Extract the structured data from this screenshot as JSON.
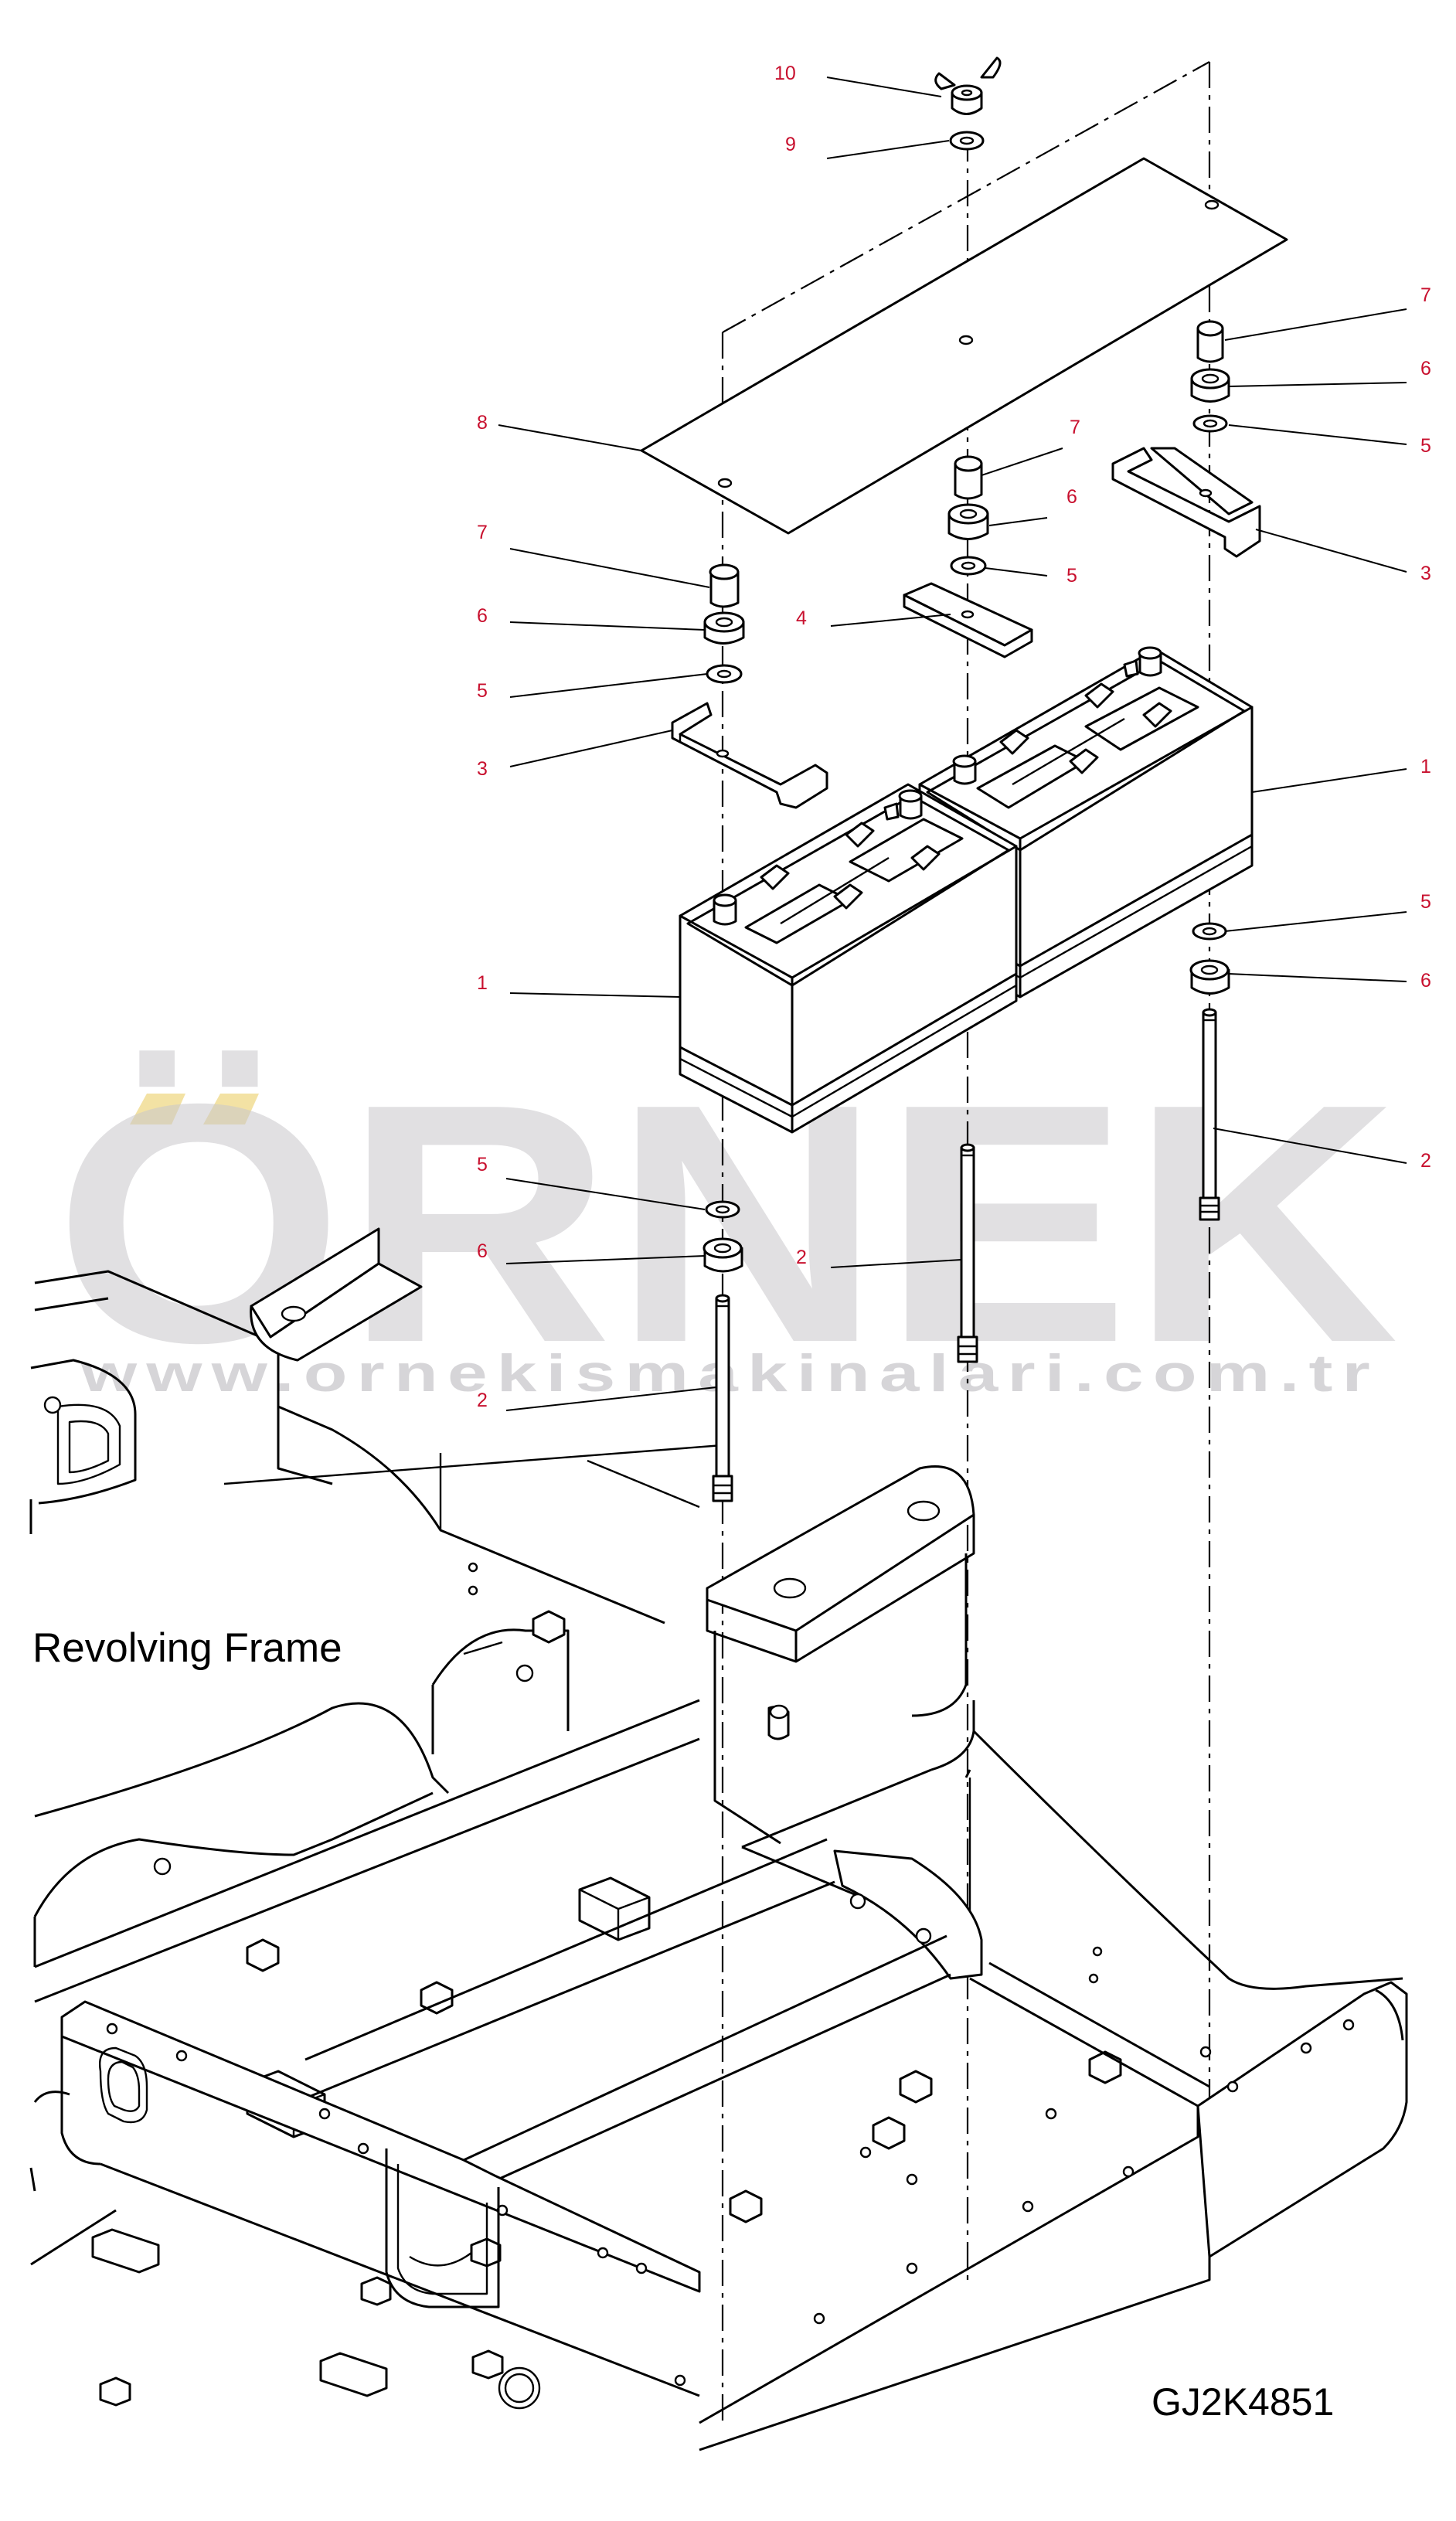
{
  "caption": "Revolving Frame",
  "drawing_code": "GJ2K4851",
  "watermark": {
    "brand": "ÖRNEK",
    "url": "www.ornekismakinalari.com.tr",
    "accent_color": "#f3e2a4",
    "text_color": "#c9c8cc"
  },
  "callout_color": "#c8102e",
  "callouts": {
    "n10": "10",
    "n9": "9",
    "n8": "8",
    "n7a": "7",
    "n7b": "7",
    "n7c": "7",
    "n6a": "6",
    "n6b": "6",
    "n6c": "6",
    "n6d": "6",
    "n6e": "6",
    "n5a": "5",
    "n5b": "5",
    "n5c": "5",
    "n5d": "5",
    "n5e": "5",
    "n4": "4",
    "n3a": "3",
    "n3b": "3",
    "n2a": "2",
    "n2b": "2",
    "n2c": "2",
    "n1a": "1",
    "n1b": "1"
  }
}
